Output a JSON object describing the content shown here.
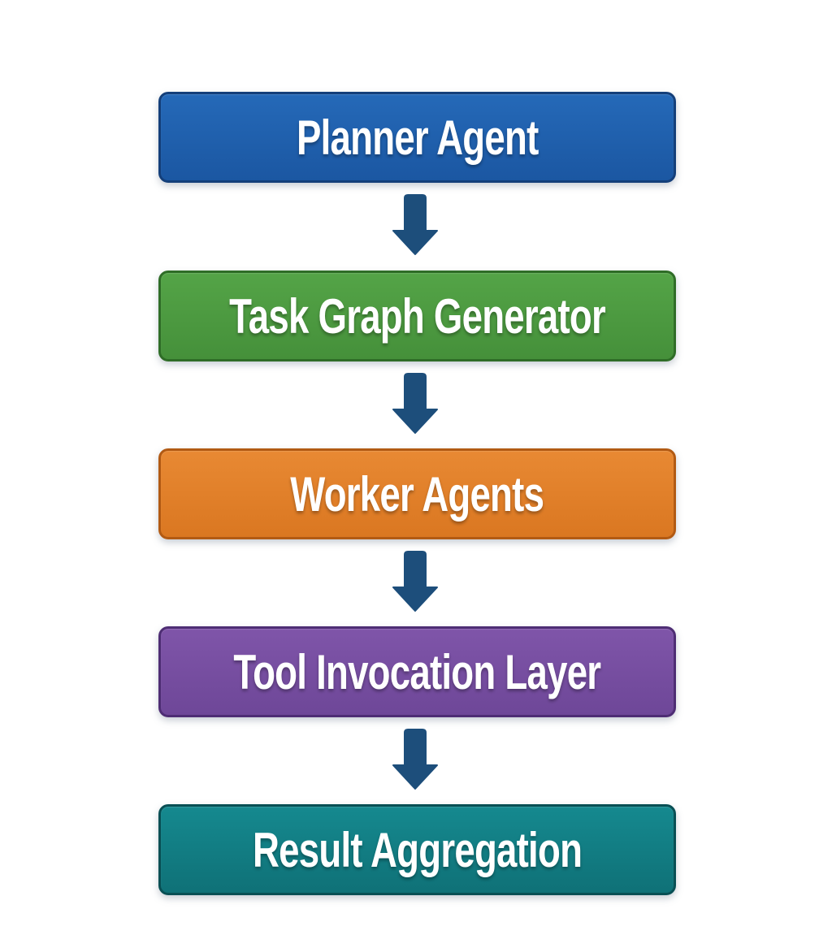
{
  "diagram": {
    "type": "flowchart",
    "direction": "top-down",
    "background": "#ffffff",
    "arrow_color": "#1d4e7b",
    "text_color": "#ffffff",
    "nodes": [
      {
        "id": "planner-agent",
        "label": "Planner Agent",
        "fill_top": "#2569b8",
        "fill_bottom": "#1b57a2",
        "border": "#143f7a"
      },
      {
        "id": "task-graph-generator",
        "label": "Task Graph Generator",
        "fill_top": "#54a447",
        "fill_bottom": "#45903a",
        "border": "#2f6d27"
      },
      {
        "id": "worker-agents",
        "label": "Worker Agents",
        "fill_top": "#e88933",
        "fill_bottom": "#da7721",
        "border": "#b25a13"
      },
      {
        "id": "tool-invocation-layer",
        "label": "Tool Invocation Layer",
        "fill_top": "#7f55a9",
        "fill_bottom": "#6e4798",
        "border": "#4e2d74"
      },
      {
        "id": "result-aggregation",
        "label": "Result Aggregation",
        "fill_top": "#15898f",
        "fill_bottom": "#0f7177",
        "border": "#084f54"
      }
    ],
    "edges": [
      {
        "from": "planner-agent",
        "to": "task-graph-generator"
      },
      {
        "from": "task-graph-generator",
        "to": "worker-agents"
      },
      {
        "from": "worker-agents",
        "to": "tool-invocation-layer"
      },
      {
        "from": "tool-invocation-layer",
        "to": "result-aggregation"
      }
    ]
  }
}
